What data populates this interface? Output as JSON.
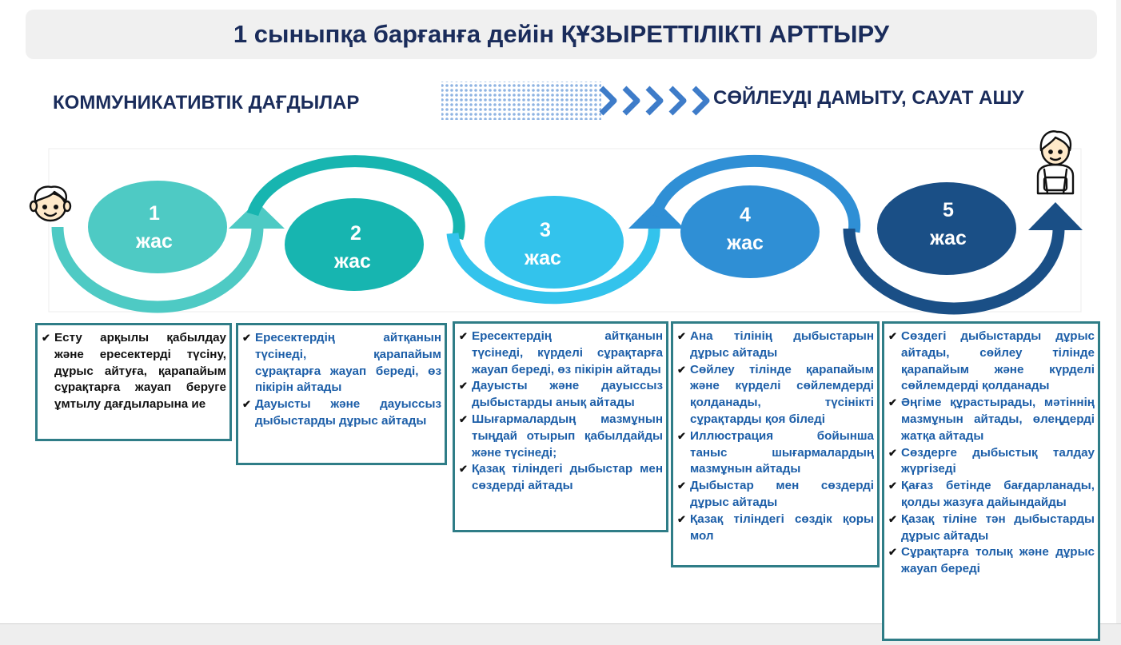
{
  "title": "1 сыныпқа барғанға дейін ҚҰЗЫРЕТТІЛІКТІ  АРТТЫРУ",
  "left_heading": "КОММУНИКАТИВТІК ДАҒДЫЛАР",
  "right_heading": "СӨЙЛЕУДІ ДАМЫТУ, САУАТ АШУ",
  "colors": {
    "c1": "#4ecac4",
    "c2": "#17b5b0",
    "c3": "#33c3ec",
    "c4": "#2f8fd5",
    "c5": "#1a4f86",
    "title": "#1a2c5b",
    "border": "#2f7d87"
  },
  "icons": {
    "start": "child-face-icon",
    "end": "schoolchild-backpack-icon",
    "arrows": "chevron-right-icon"
  },
  "stages": [
    {
      "num": "1",
      "label": "жас"
    },
    {
      "num": "2",
      "label": "жас"
    },
    {
      "num": "3",
      "label": "жас"
    },
    {
      "num": "4",
      "label": "жас"
    },
    {
      "num": "5",
      "label": "жас"
    }
  ],
  "cards": [
    {
      "items": [
        "Есту арқылы қабылдау және ересектерді түсіну, дұрыс айтуға, қарапайым сұрақтарға жауап беруге ұмтылу дағдыларына ие"
      ]
    },
    {
      "items": [
        "Ересектердің айтқанын түсінеді, қарапайым сұрақтарға жауап береді, өз пікірін айтады",
        "Дауысты және дауыссыз дыбыстарды дұрыс айтады"
      ]
    },
    {
      "items": [
        "Ересектердің айтқанын түсінеді, күрделі сұрақтарға жауап береді, өз пікірін айтады",
        "Дауысты және дауыссыз дыбыстарды анық айтады",
        "Шығармалардың мазмұнын тыңдай отырып қабылдайды және түсінеді;",
        "Қазақ тіліндегі дыбыстар мен сөздерді айтады"
      ]
    },
    {
      "items": [
        "Ана тілінің дыбыстарын дұрыс айтады",
        "Сөйлеу тілінде қарапайым және күрделі сөйлемдерді қолданады, түсінікті сұрақтарды қоя біледі",
        "Иллюстрация бойынша таныс шығармалардың мазмұнын айтады",
        "Дыбыстар мен сөздерді дұрыс айтады",
        "Қазақ тіліндегі сөздік қоры мол"
      ]
    },
    {
      "items": [
        "Сөздегі дыбыстарды дұрыс айтады, сөйлеу тілінде қарапайым және күрделі сөйлемдерді қолданады",
        "Әңгіме құрастырады, мәтіннің мазмұнын айтады, өлеңдерді жатқа айтады",
        "Сөздерге дыбыстық талдау жүргізеді",
        "Қағаз бетінде бағдарланады, қолды жазуға дайындайды",
        "Қазақ тіліне тән дыбыстарды дұрыс айтады",
        "Сұрақтарға толық және дұрыс жауап береді"
      ]
    }
  ]
}
